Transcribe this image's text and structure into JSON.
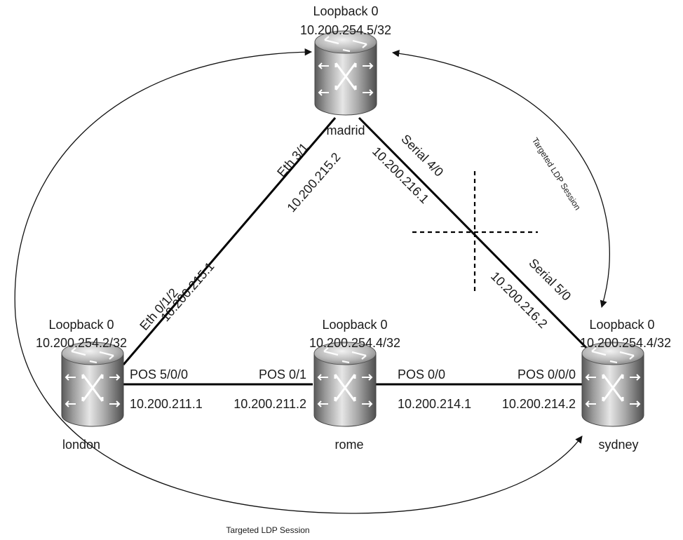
{
  "routers": {
    "madrid": {
      "name": "madrid",
      "loopback": "Loopback 0",
      "address": "10.200.254.5/32"
    },
    "london": {
      "name": "london",
      "loopback": "Loopback 0",
      "address": "10.200.254.2/32"
    },
    "rome": {
      "name": "rome",
      "loopback": "Loopback 0",
      "address": "10.200.254.4/32"
    },
    "sydney": {
      "name": "sydney",
      "loopback": "Loopback 0",
      "address": "10.200.254.4/32"
    }
  },
  "links": {
    "madrid_london": {
      "madrid_if": "Eth 3/1",
      "madrid_ip": "10.200.215.2",
      "london_if": "Eth 0/1/2",
      "london_ip": "10.200.215.1"
    },
    "madrid_sydney": {
      "madrid_if": "Serial 4/0",
      "madrid_ip": "10.200.216.1",
      "sydney_if": "Serial 5/0",
      "sydney_ip": "10.200.216.2"
    },
    "london_rome": {
      "london_if": "POS 5/0/0",
      "london_ip": "10.200.211.1",
      "rome_if": "POS 0/1",
      "rome_ip": "10.200.211.2"
    },
    "rome_sydney": {
      "rome_if": "POS 0/0",
      "rome_ip": "10.200.214.1",
      "sydney_if": "POS 0/0/0",
      "sydney_ip": "10.200.214.2"
    }
  },
  "sessions": {
    "madrid_sydney": "Targeted LDP Session",
    "london_sydney": "Targeted LDP Session"
  }
}
